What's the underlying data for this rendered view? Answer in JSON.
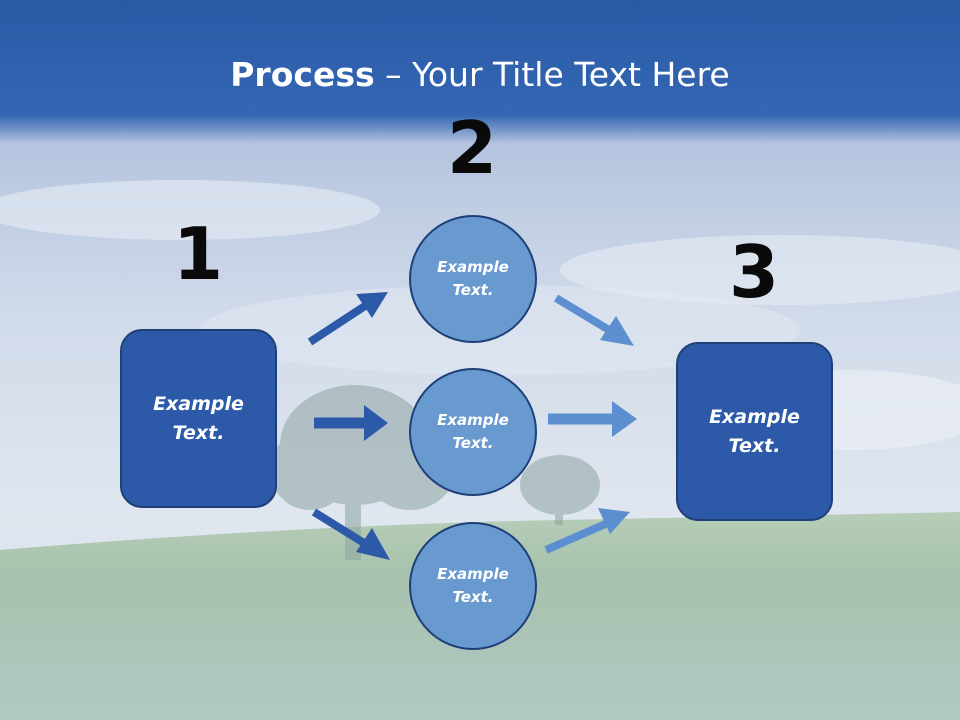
{
  "slide": {
    "title_bold": "Process",
    "title_rest": " – Your Title Text Here"
  },
  "steps": {
    "one": "1",
    "two": "2",
    "three": "3"
  },
  "nodes": {
    "left": [
      "Example",
      "Text."
    ],
    "center_top": [
      "Example",
      "Text."
    ],
    "center_middle": [
      "Example",
      "Text."
    ],
    "center_bottom": [
      "Example",
      "Text."
    ],
    "right": [
      "Example",
      "Text."
    ]
  },
  "colors": {
    "box_fill": "#2c5aa8",
    "circle_fill": "#6899cf",
    "arrow_dark": "#2c5aa8",
    "arrow_light": "#5b8fcf"
  }
}
